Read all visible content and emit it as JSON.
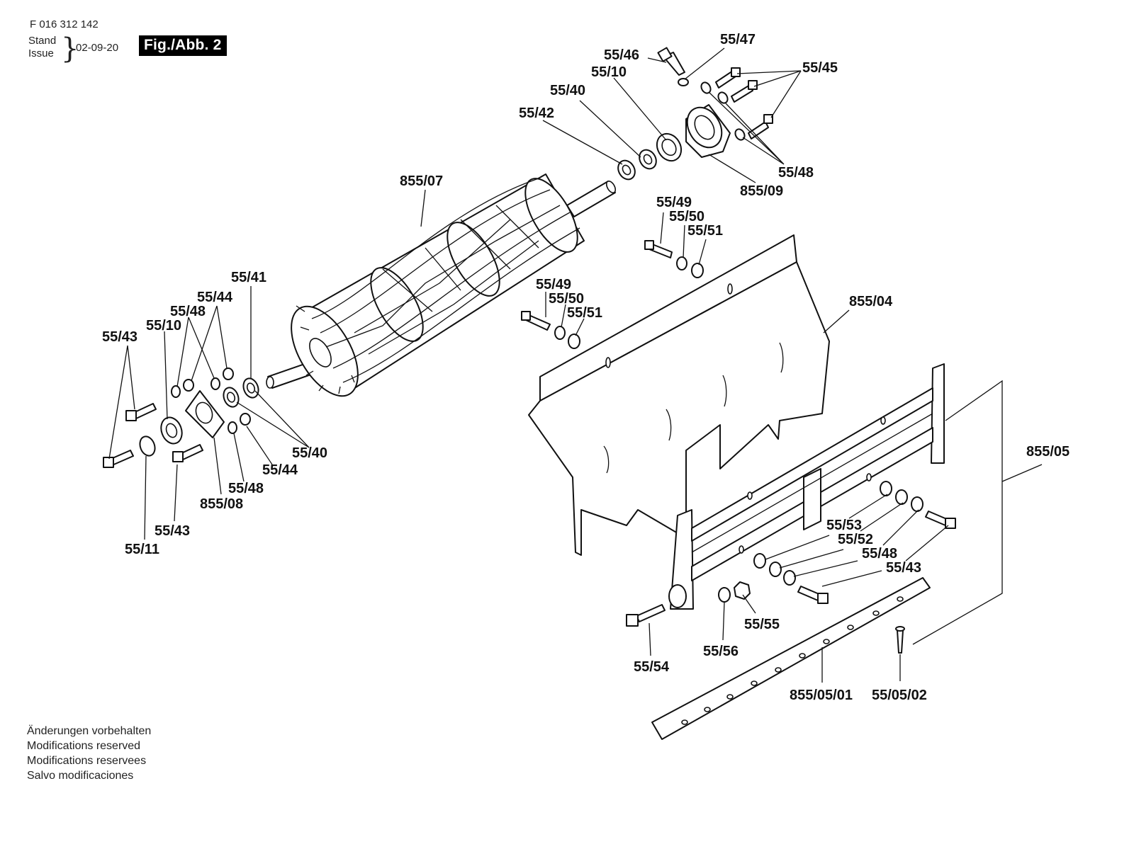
{
  "header": {
    "part_number": "F 016 312 142",
    "stand_label": "Stand",
    "issue_label": "Issue",
    "brace": "}",
    "date": "02-09-20",
    "figure_label": "Fig./Abb. 2"
  },
  "notes": [
    "Änderungen vorbehalten",
    "Modifications reserved",
    "Modifications reservees",
    "Salvo modificaciones"
  ],
  "callouts": {
    "c_55_47": "55/47",
    "c_55_46": "55/46",
    "c_55_45": "55/45",
    "c_55_10_top": "55/10",
    "c_55_40_top": "55/40",
    "c_55_42": "55/42",
    "c_55_48_top": "55/48",
    "c_855_09": "855/09",
    "c_855_07": "855/07",
    "c_55_49_a": "55/49",
    "c_55_50_a": "55/50",
    "c_55_51_a": "55/51",
    "c_55_49_b": "55/49",
    "c_55_50_b": "55/50",
    "c_55_51_b": "55/51",
    "c_855_04": "855/04",
    "c_55_41": "55/41",
    "c_55_44_top": "55/44",
    "c_55_48_left": "55/48",
    "c_55_10_left": "55/10",
    "c_55_43_left": "55/43",
    "c_55_40_bottom": "55/40",
    "c_55_44_bottom": "55/44",
    "c_55_48_bottom": "55/48",
    "c_855_08": "855/08",
    "c_55_43_bottom": "55/43",
    "c_55_11": "55/11",
    "c_855_05": "855/05",
    "c_55_53": "55/53",
    "c_55_52": "55/52",
    "c_55_48_right": "55/48",
    "c_55_43_right": "55/43",
    "c_55_55": "55/55",
    "c_55_56": "55/56",
    "c_55_54": "55/54",
    "c_855_05_01": "855/05/01",
    "c_55_05_02": "55/05/02"
  }
}
